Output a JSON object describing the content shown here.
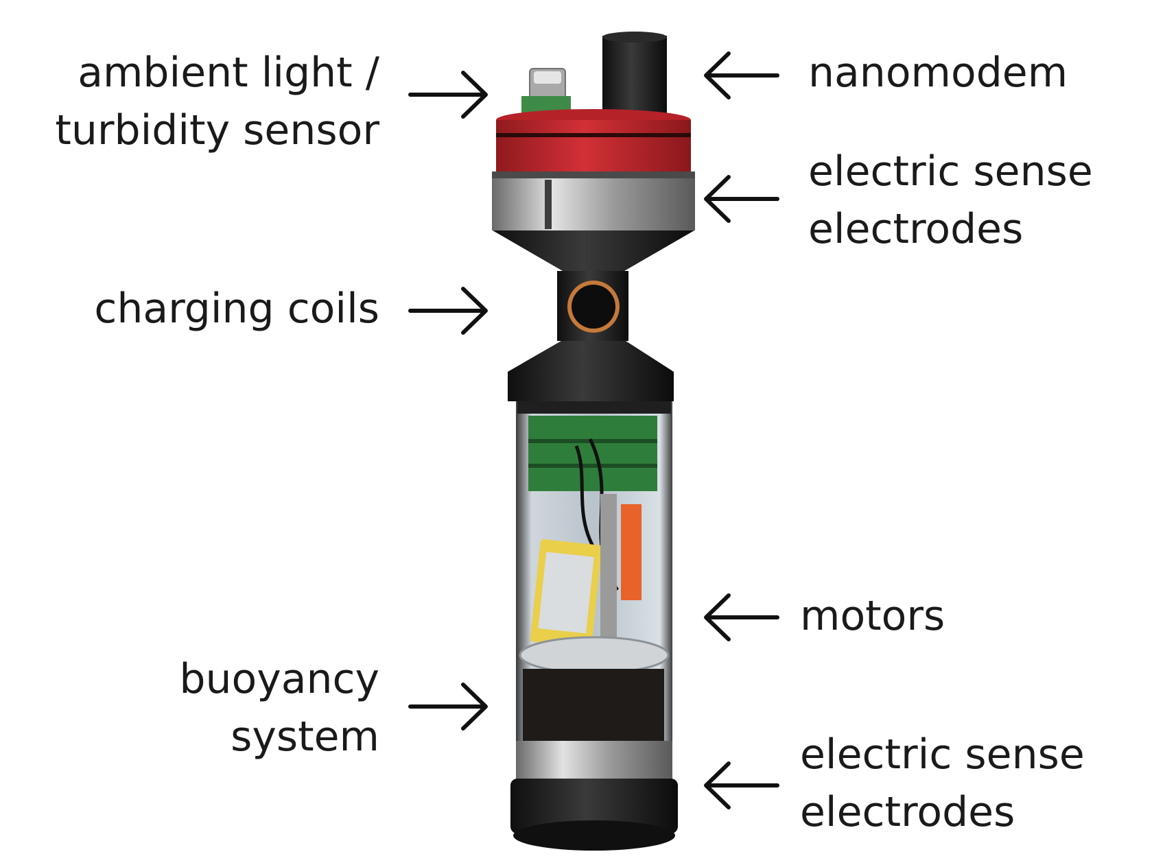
{
  "labels": {
    "ambient": [
      "ambient light /",
      "turbidity sensor"
    ],
    "nanomodem": [
      "nanomodem"
    ],
    "electrodes_top": [
      "electric sense",
      "electrodes"
    ],
    "charging": [
      "charging coils"
    ],
    "motors": [
      "motors"
    ],
    "buoyancy": [
      "buoyancy",
      "system"
    ],
    "electrodes_bottom": [
      "electric sense",
      "electrodes"
    ]
  },
  "colors": {
    "text": "#1a1a1a",
    "cap_red": "#c0272d",
    "body_black": "#1d1d1d",
    "metal": "#b9b9b9",
    "pcb_green": "#2f7d3a",
    "battery_yellow": "#e9cf4a",
    "orange_part": "#e8622a",
    "copper": "#c5793a"
  }
}
